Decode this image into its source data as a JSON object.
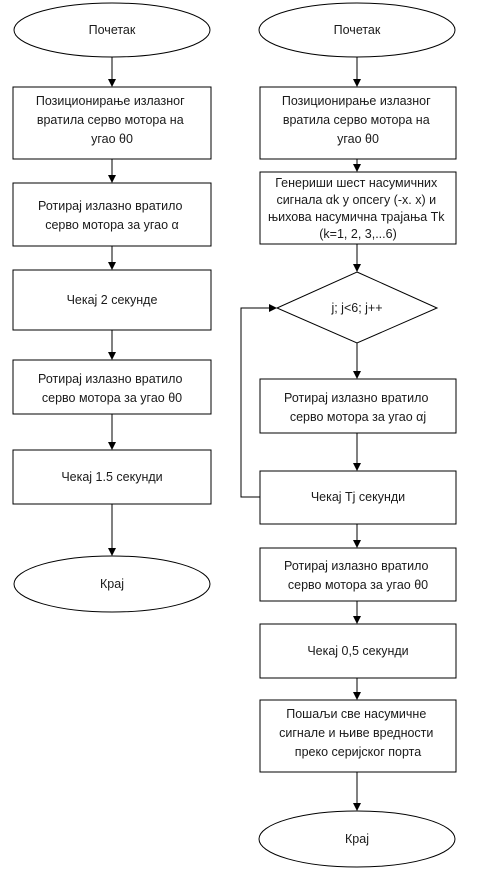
{
  "left": {
    "start": "Почетак",
    "step1": [
      "Позиционирање излазног",
      "вратила серво мотора на",
      "угао θ0"
    ],
    "step2": [
      "Ротирај излазно вратило",
      "серво мотора за угао α"
    ],
    "step3": "Чекај 2 секунде",
    "step4": [
      "Ротирај излазно вратило",
      "серво мотора за угао θ0"
    ],
    "step5": "Чекај 1.5 секунди",
    "end": "Крај"
  },
  "right": {
    "start": "Почетак",
    "step1": [
      "Позиционирање излазног",
      "вратила серво мотора на",
      "угао θ0"
    ],
    "step2": [
      "Генериши шест насумичних",
      "сигнала αk у опсегу (-x. x) и",
      "њихова насумична трајања Tk",
      "(k=1, 2, 3,...6)"
    ],
    "decision": "j; j<6; j++",
    "step3": [
      "Ротирај излазно вратило",
      "серво мотора за угао αj"
    ],
    "step4": "Чекај Tj секунди",
    "step5": [
      "Ротирај излазно вратило",
      "серво мотора за угао θ0"
    ],
    "step6": "Чекај 0,5 секунди",
    "step7": [
      "Пошаљи све насумичне",
      "сигнале и њиве вредности",
      "преко серијског порта"
    ],
    "end": "Крај"
  }
}
